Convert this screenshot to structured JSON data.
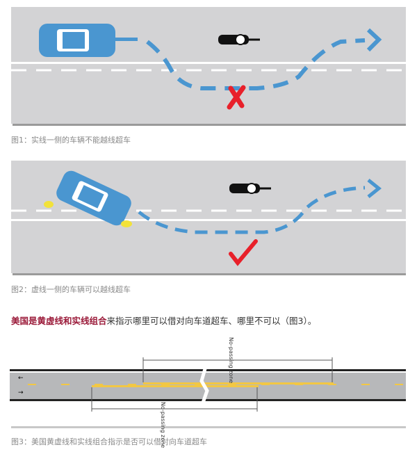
{
  "figure1": {
    "caption": "图1：实线一侧的车辆不能越线超车",
    "mark": "cross",
    "mark_color": "#e8202a"
  },
  "figure2": {
    "caption": "图2：虚线一侧的车辆可以越线超车",
    "mark": "check",
    "mark_color": "#e8202a"
  },
  "paragraph": {
    "highlight": "美国是黄虚线和实线组合",
    "rest": "来指示哪里可以借对向车道超车、哪里不可以（图3）。"
  },
  "figure3": {
    "zone_label_top": "No-passing zone",
    "zone_label_bottom": "No-passing zone",
    "caption": "图3：美国黄虚线和实线组合指示是否可以借对向车道超车"
  },
  "colors": {
    "road": "#d3d3d5",
    "path": "#4a96d0",
    "car": "#4a96d0",
    "yellow": "#f2c744",
    "highlight": "#9b1b3a"
  }
}
